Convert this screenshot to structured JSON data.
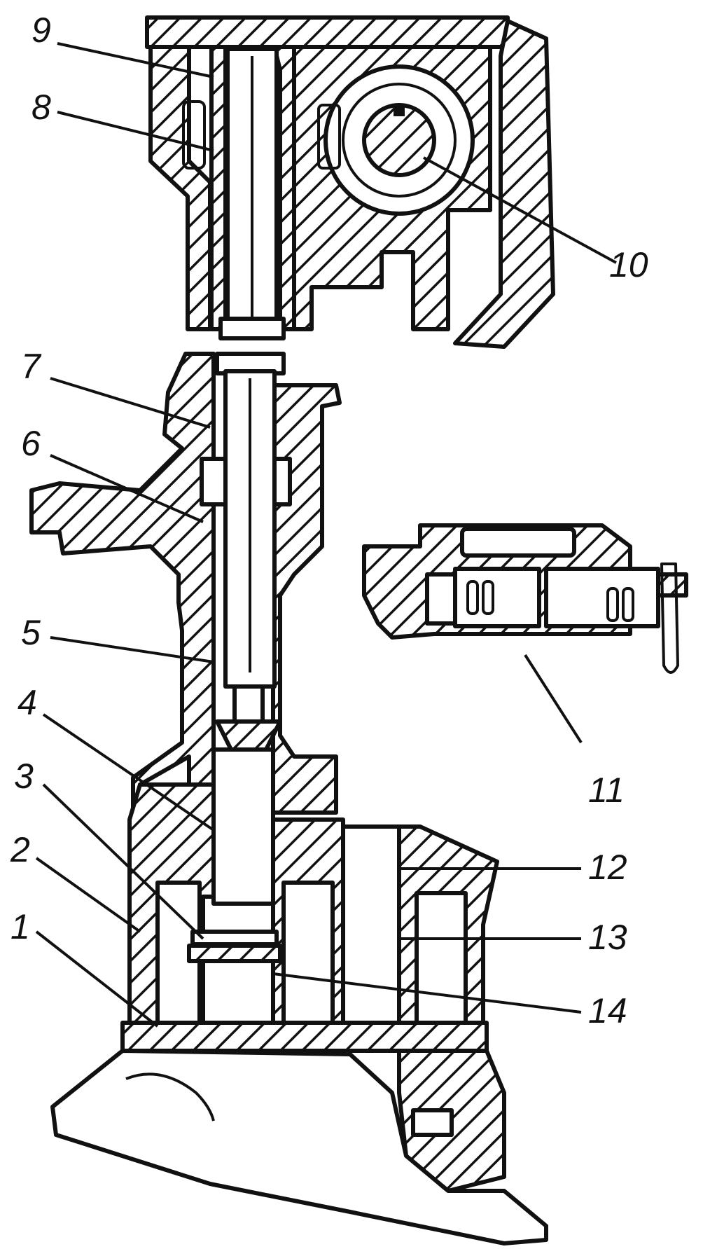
{
  "callouts": [
    {
      "id": "9",
      "label": "9"
    },
    {
      "id": "8",
      "label": "8"
    },
    {
      "id": "10",
      "label": "10"
    },
    {
      "id": "7",
      "label": "7"
    },
    {
      "id": "6",
      "label": "6"
    },
    {
      "id": "5",
      "label": "5"
    },
    {
      "id": "11",
      "label": "11"
    },
    {
      "id": "4",
      "label": "4"
    },
    {
      "id": "3",
      "label": "3"
    },
    {
      "id": "12",
      "label": "12"
    },
    {
      "id": "2",
      "label": "2"
    },
    {
      "id": "13",
      "label": "13"
    },
    {
      "id": "1",
      "label": "1"
    },
    {
      "id": "14",
      "label": "14"
    }
  ],
  "colors": {
    "ink": "#111111",
    "paper": "#ffffff"
  }
}
